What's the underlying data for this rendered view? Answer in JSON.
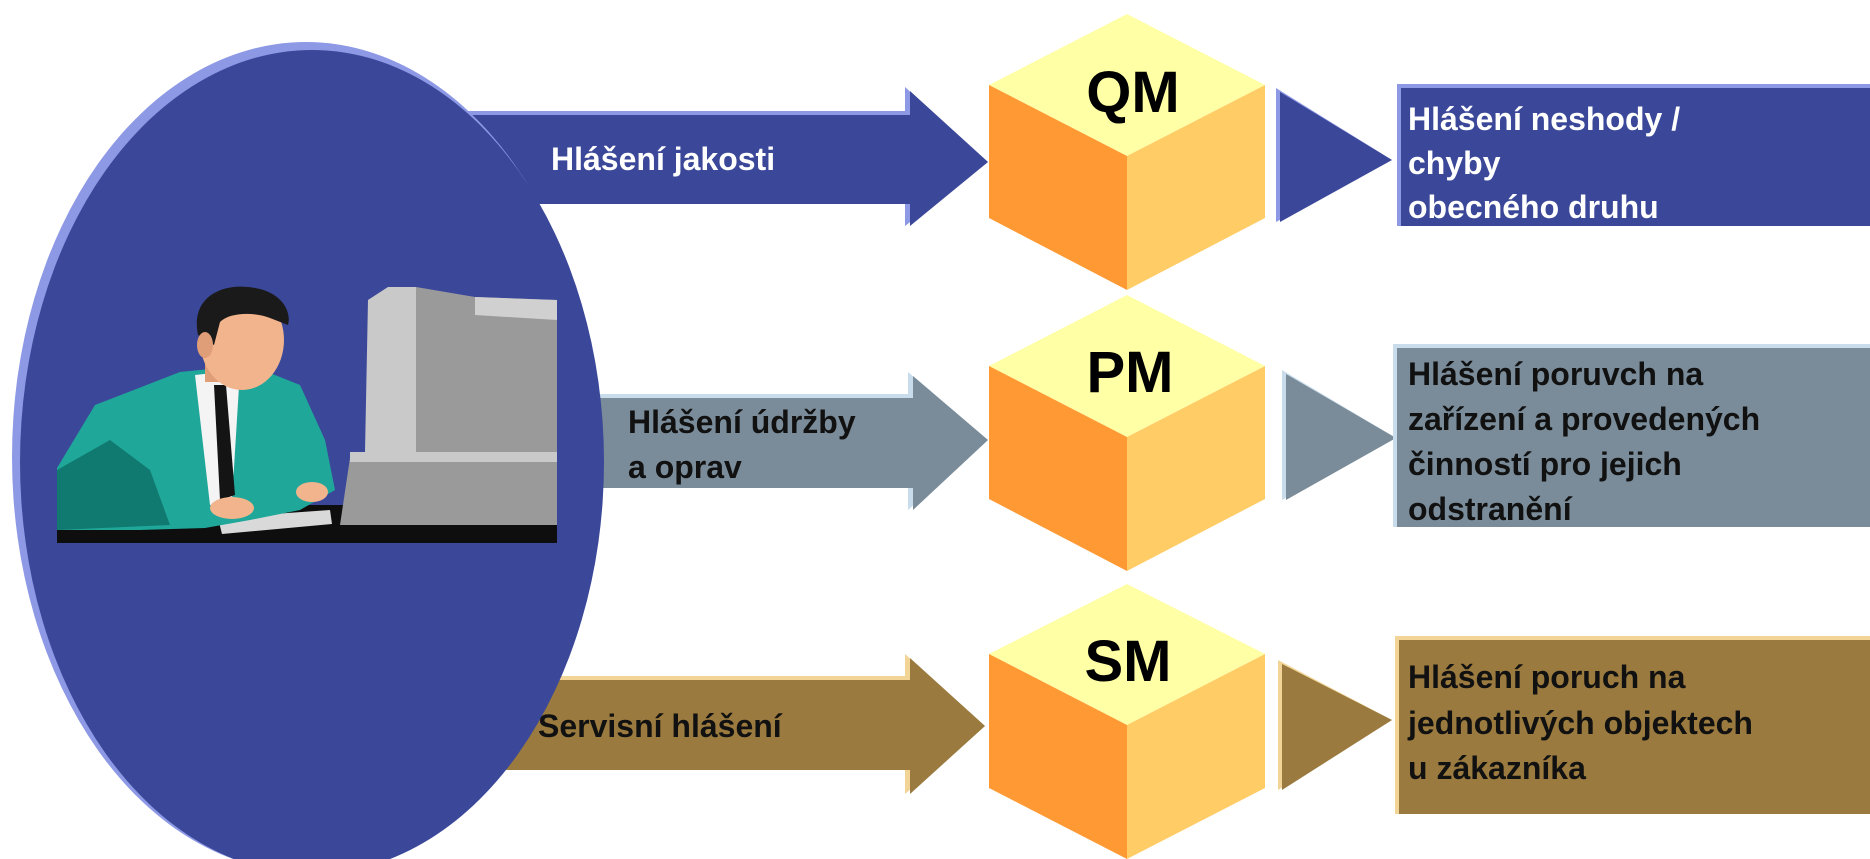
{
  "rows": [
    {
      "module": "QM",
      "arrow_label": [
        "Hlášení jakosti"
      ],
      "arrow_label_color": "#ffffff",
      "arrow_color": "#3B4899",
      "arrow_highlight": "#8E99E6",
      "result_lines": [
        "Hlášení neshody /",
        "chyby",
        "obecného druhu"
      ],
      "result_text_color": "#ffffff",
      "result_color": "#3B4899",
      "result_highlight": "#8E99E6"
    },
    {
      "module": "PM",
      "arrow_label": [
        "Hlášení údržby",
        "a oprav"
      ],
      "arrow_label_color": "#111111",
      "arrow_color": "#7A8C99",
      "arrow_highlight": "#C9DCEB",
      "result_lines": [
        "Hlášení poruvch na",
        "zařízení a provedených",
        "činností pro jejich",
        "odstranění"
      ],
      "result_text_color": "#111111",
      "result_color": "#7A8C99",
      "result_highlight": "#C9DCEB"
    },
    {
      "module": "SM",
      "arrow_label": [
        "Servisní hlášení"
      ],
      "arrow_label_color": "#111111",
      "arrow_color": "#9A7A3E",
      "arrow_highlight": "#F2D596",
      "result_lines": [
        "Hlášení poruch na",
        "jednotlivých objektech",
        "u zákazníka"
      ],
      "result_text_color": "#111111",
      "result_color": "#9A7A3E",
      "result_highlight": "#F2D596"
    }
  ],
  "colors": {
    "ellipse": "#3B4899",
    "ellipse_highlight": "#8E99E6",
    "cube_top": "#FFFFA6",
    "cube_left": "#FF9933",
    "cube_right": "#FFCC66",
    "jacket": "#1FA79A",
    "skin": "#F2B48C",
    "hair": "#1A1A1A",
    "computer": "#9A9A9A"
  }
}
